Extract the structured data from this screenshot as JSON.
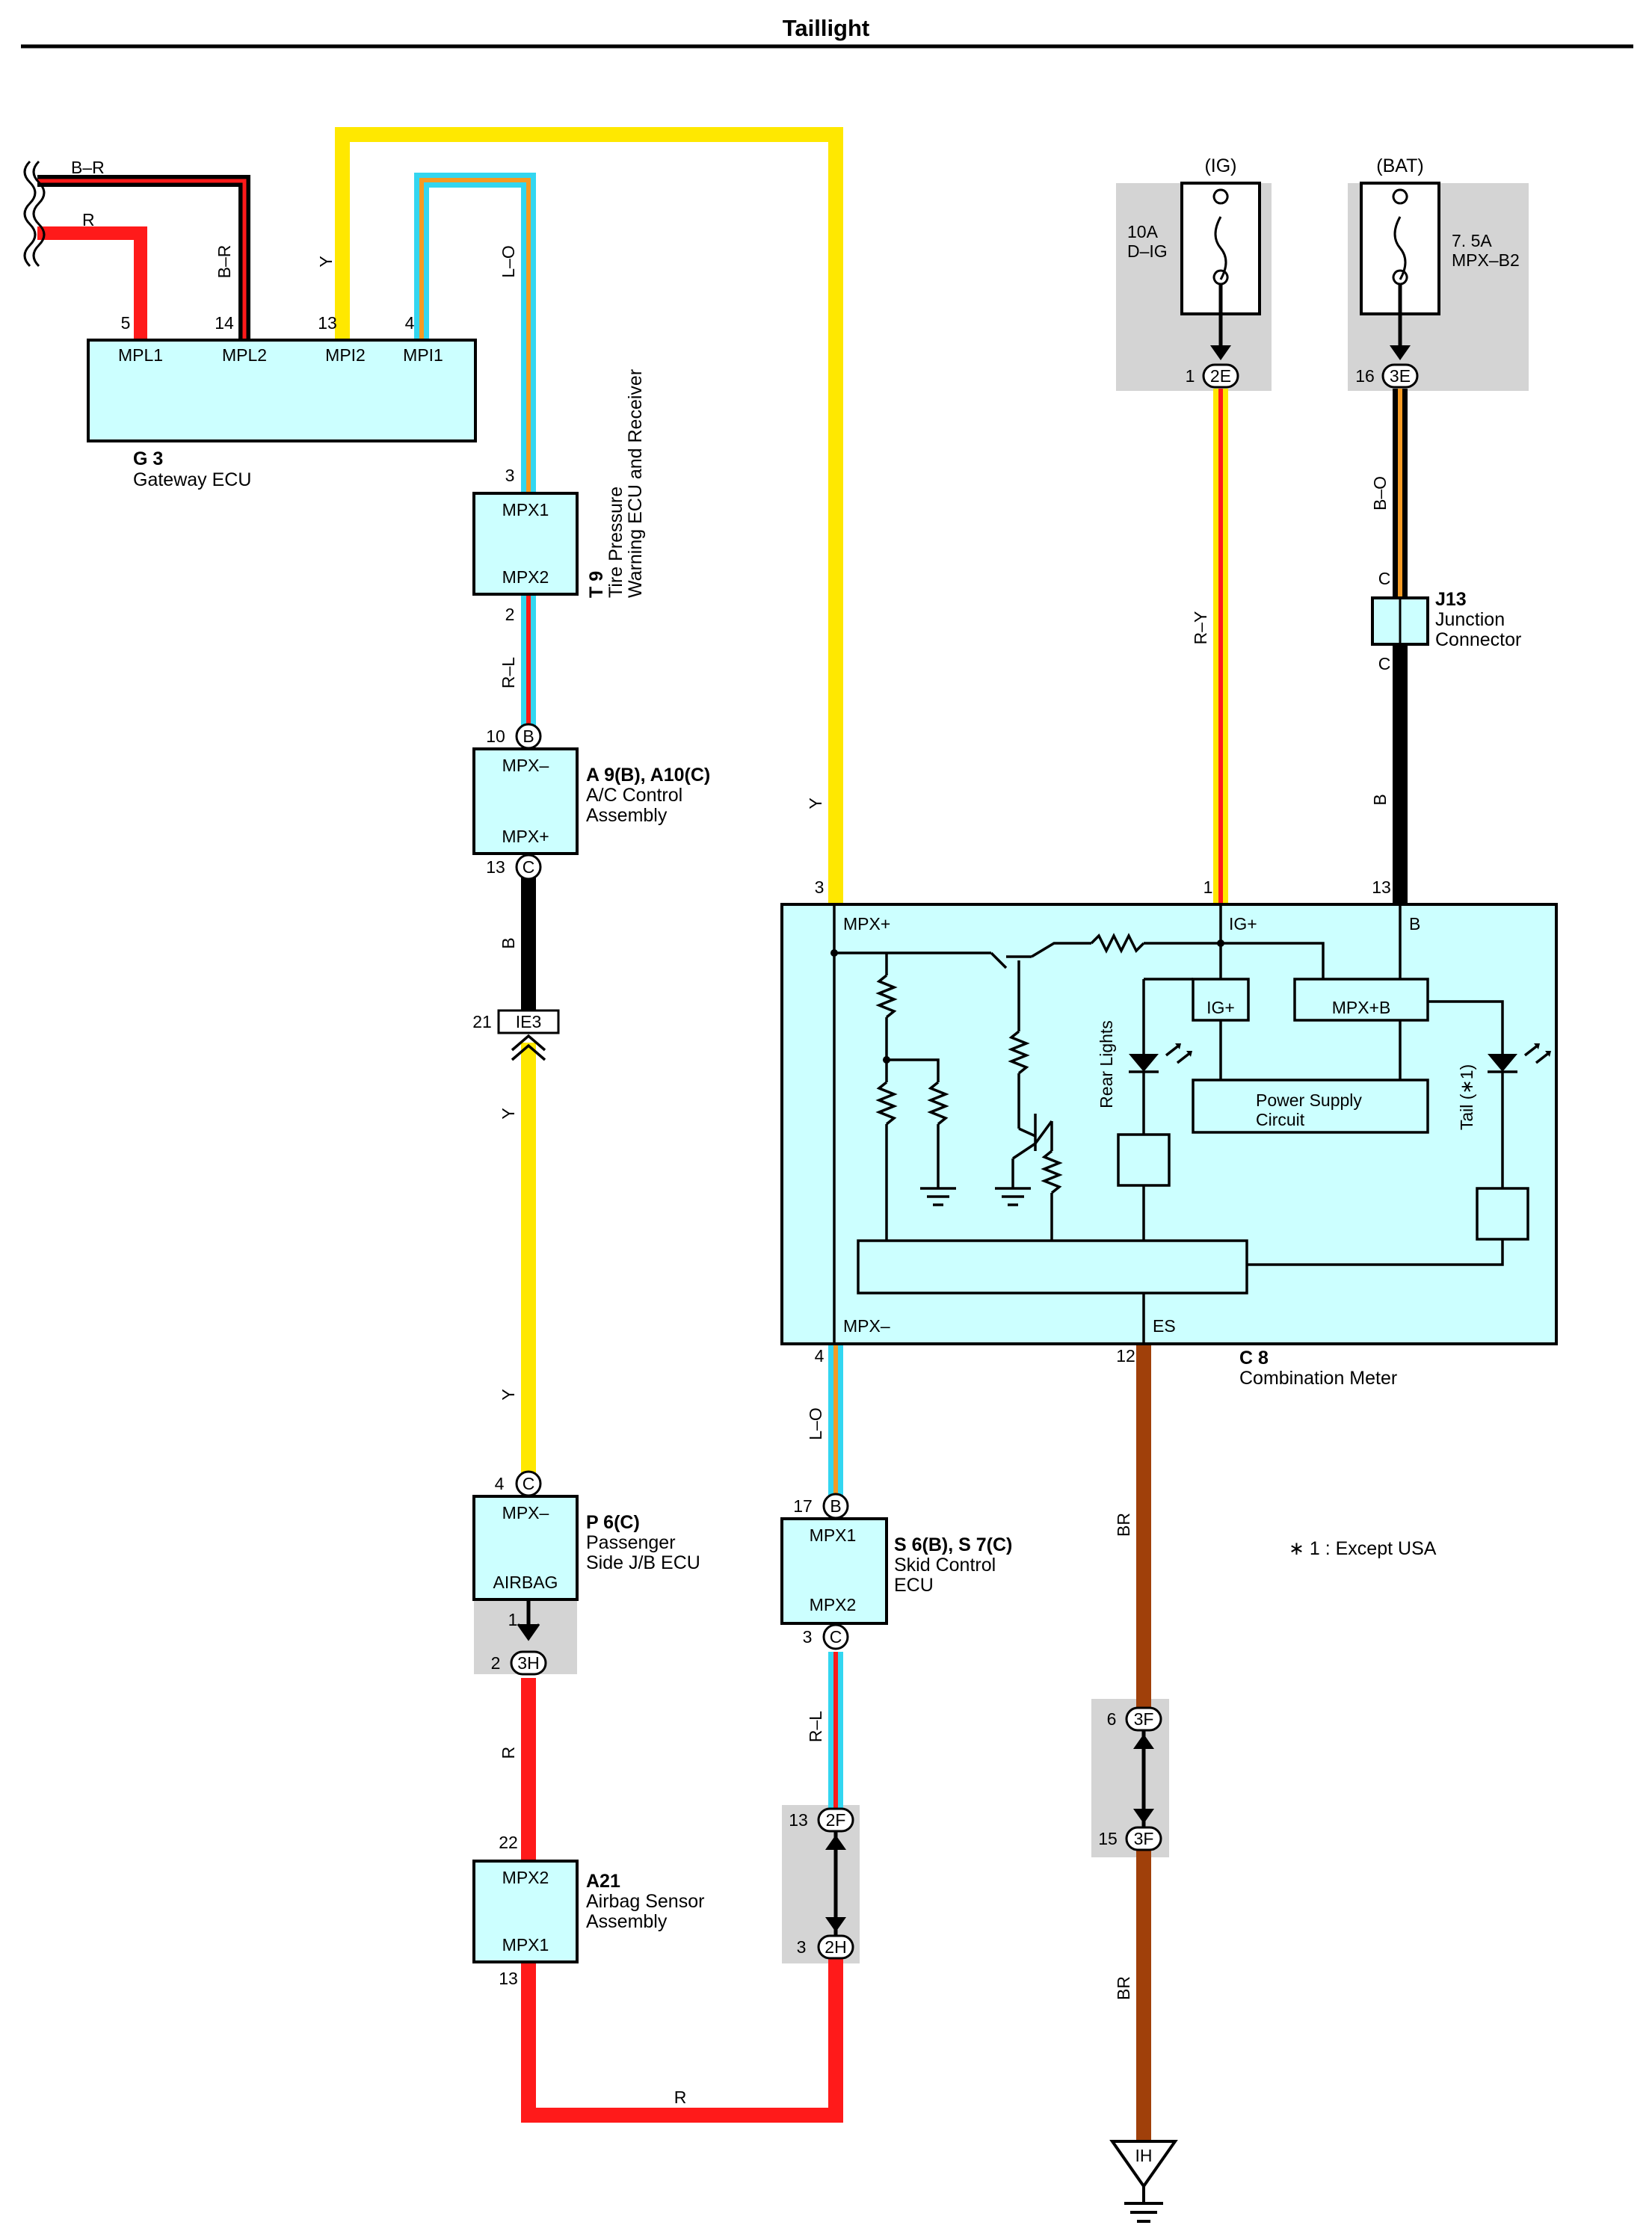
{
  "title": "Taillight",
  "colors": {
    "yellow": "#ffe800",
    "red": "#ff1a1a",
    "black": "#000000",
    "brown": "#a0400a",
    "cyan": "#33d6f0",
    "orange": "#f59a23",
    "module_fill": "#ccffff",
    "fuse_panel": "#d4d4d4"
  },
  "components": {
    "gateway": {
      "id": "G 3",
      "name": "Gateway ECU",
      "pins": [
        "MPL1",
        "MPL2",
        "MPI2",
        "MPI1"
      ],
      "pin_numbers": [
        "5",
        "14",
        "13",
        "4"
      ]
    },
    "tire": {
      "id": "T 9",
      "name1": "Tire Pressure",
      "name2": "Warning ECU and Receiver",
      "pin_top": "MPX1",
      "pin_bottom": "MPX2",
      "num_top": "3",
      "num_bottom": "2"
    },
    "ac": {
      "id": "A 9(B), A10(C)",
      "name1": "A/C Control",
      "name2": "Assembly",
      "pin_top": "MPX–",
      "pin_bottom": "MPX+",
      "num_top": "10",
      "conn_top": "B",
      "num_bottom": "13",
      "conn_bottom": "C"
    },
    "ie3": {
      "label": "IE3",
      "num": "21"
    },
    "passenger": {
      "id": "P 6(C)",
      "name1": "Passenger",
      "name2": "Side J/B ECU",
      "pin_top": "MPX–",
      "pin_bottom": "AIRBAG",
      "num_top": "4",
      "conn_top": "C",
      "num_bottom": "1"
    },
    "j3h": {
      "num": "2",
      "label": "3H"
    },
    "airbag": {
      "id": "A21",
      "name1": "Airbag Sensor",
      "name2": "Assembly",
      "pin_top": "MPX2",
      "pin_bottom": "MPX1",
      "num_top": "22",
      "num_bottom": "13"
    },
    "skid": {
      "id": "S 6(B), S 7(C)",
      "name1": "Skid Control",
      "name2": "ECU",
      "pin_top": "MPX1",
      "pin_bottom": "MPX2",
      "num_top": "17",
      "conn_top": "B",
      "num_bottom": "3",
      "conn_bottom": "C"
    },
    "j2f": {
      "num": "13",
      "label": "2F"
    },
    "j2h": {
      "num": "3",
      "label": "2H"
    },
    "fuse_ig": {
      "header": "(IG)",
      "rating": "10A",
      "name": "D–IG",
      "num": "1",
      "label": "2E"
    },
    "fuse_bat": {
      "header": "(BAT)",
      "rating": "7. 5A",
      "name": "MPX–B2",
      "num": "16",
      "label": "3E"
    },
    "j13": {
      "id": "J13",
      "name1": "Junction",
      "name2": "Connector",
      "pin_top": "C",
      "pin_bottom": "C"
    },
    "meter": {
      "id": "C 8",
      "name": "Combination Meter",
      "pin_mpxp": "MPX+",
      "pin_igp": "IG+",
      "pin_b": "B",
      "pin_mpxm": "MPX–",
      "pin_es": "ES",
      "num_mpxp": "3",
      "num_igp": "1",
      "num_b": "13",
      "num_mpxm": "4",
      "num_es": "12",
      "block_igp": "IG+",
      "block_mpxb": "MPX+B",
      "psu1": "Power Supply",
      "psu2": "Circuit",
      "rear_lights": "Rear Lights",
      "tail": "Tail (∗1)"
    },
    "j3f_top": {
      "num": "6",
      "label": "3F"
    },
    "j3f_bottom": {
      "num": "15",
      "label": "3F"
    },
    "ground": {
      "label": "IH"
    }
  },
  "wires": {
    "br_top": "B–R",
    "r_top": "R",
    "br_vert": "B–R",
    "y_gateway": "Y",
    "lo_gateway": "L–O",
    "rl_tire": "R–L",
    "b_ac": "B",
    "y_ie3": "Y",
    "y_lower": "Y",
    "r_3h": "R",
    "r_bottom": "R",
    "y_main": "Y",
    "lo_skid": "L–O",
    "rl_skid": "R–L",
    "ry_ig": "R–Y",
    "bo_bat": "B–O",
    "b_j13": "B",
    "br_meter": "BR",
    "br_ground": "BR"
  },
  "note": "∗ 1 : Except USA"
}
